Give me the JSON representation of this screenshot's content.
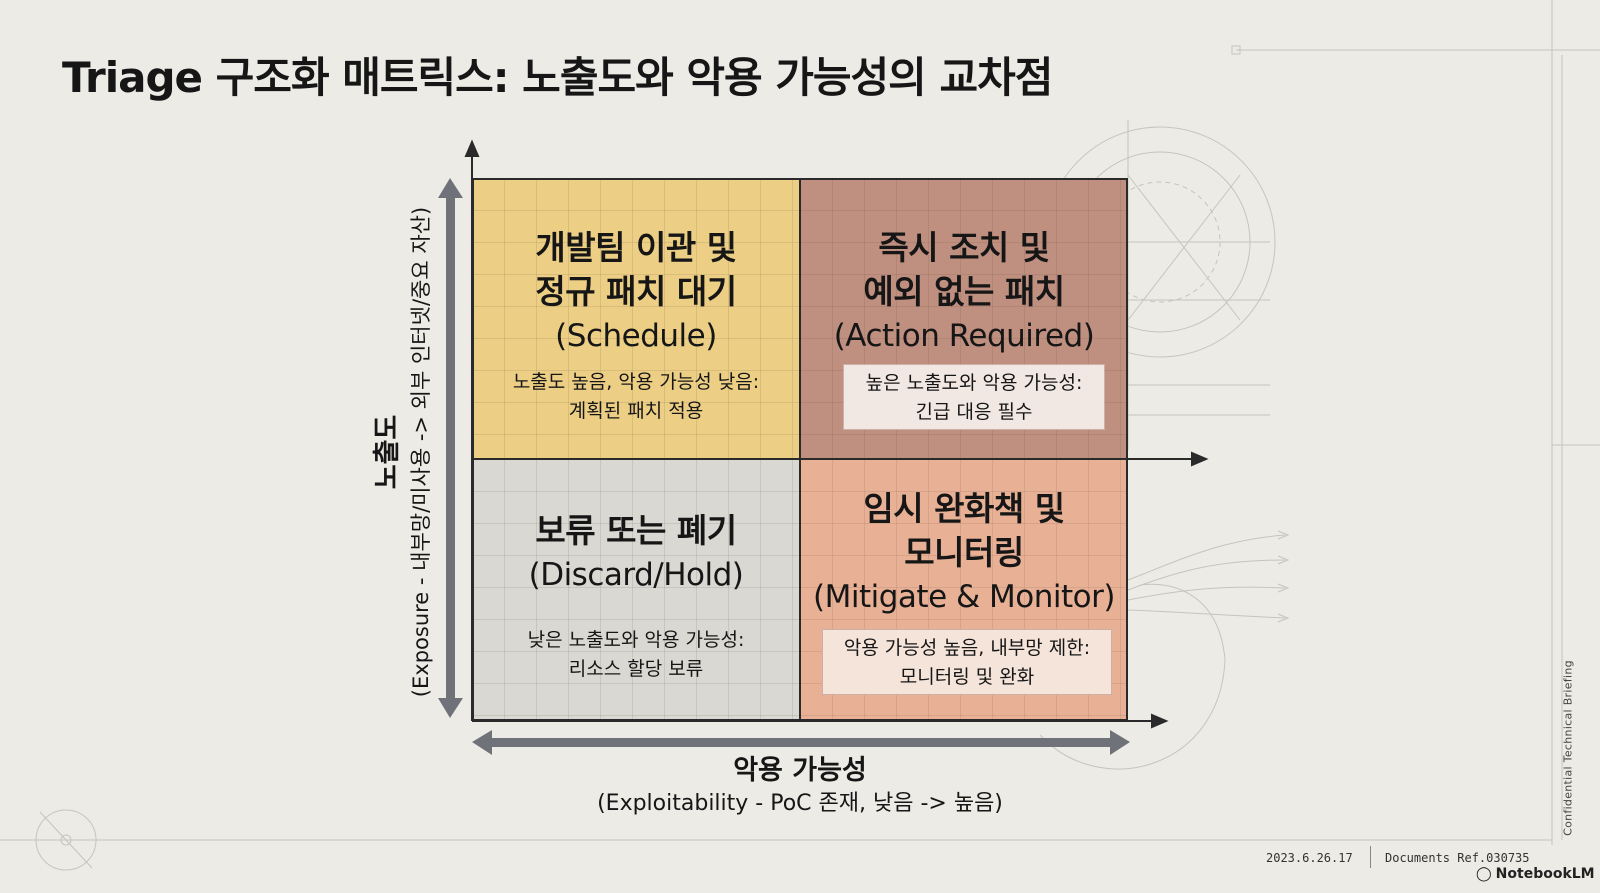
{
  "title": "Triage 구조화 매트릭스: 노출도와 악용 가능성의 교차점",
  "quadrants": {
    "top_left": {
      "heading_line1": "개발팀 이관 및",
      "heading_line2": "정규 패치 대기",
      "english": "(Schedule)",
      "desc_line1": "노출도 높음, 악용 가능성 낮음:",
      "desc_line2": "계획된 패치 적용",
      "color": "#eccf85"
    },
    "top_right": {
      "heading_line1": "즉시 조치 및",
      "heading_line2": "예외 없는 패치",
      "english": "(Action Required)",
      "desc_line1": "높은 노출도와 악용 가능성:",
      "desc_line2": "긴급 대응 필수",
      "color": "#bf8f80"
    },
    "bottom_left": {
      "heading_line1": "보류 또는 폐기",
      "english": "(Discard/Hold)",
      "desc_line1": "낮은 노출도와 악용 가능성:",
      "desc_line2": "리소스 할당 보류",
      "color": "#d9d8d3"
    },
    "bottom_right": {
      "heading_line1": "임시 완화책 및",
      "heading_line2": "모니터링",
      "english": "(Mitigate & Monitor)",
      "desc_line1": "악용 가능성 높음, 내부망 제한:",
      "desc_line2": "모니터링 및 완화",
      "color": "#e8b196"
    }
  },
  "axes": {
    "x": {
      "main": "악용 가능성",
      "sub": "(Exploitability - PoC 존재, 낮음 -> 높음)"
    },
    "y": {
      "main": "노출도",
      "sub": "(Exposure - 내부망/미사용 -> 외부 인터넷/중요 자산)"
    }
  },
  "footer": {
    "date": "2023.6.26.17",
    "ref": "Documents Ref.030735",
    "brand": "NotebookLM",
    "side_label": "Confidential Technical Briefing"
  }
}
